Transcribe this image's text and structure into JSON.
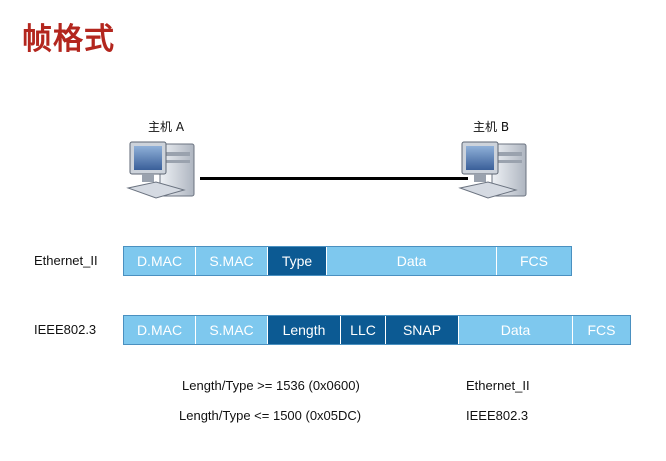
{
  "title": "帧格式",
  "hosts": {
    "a": {
      "label": "主机 A"
    },
    "b": {
      "label": "主机 B"
    }
  },
  "frames": {
    "ethernet_ii": {
      "label": "Ethernet_II",
      "fields": [
        {
          "label": "D.MAC",
          "tone": "light"
        },
        {
          "label": "S.MAC",
          "tone": "light"
        },
        {
          "label": "Type",
          "tone": "dark"
        },
        {
          "label": "Data",
          "tone": "light"
        },
        {
          "label": "FCS",
          "tone": "light"
        }
      ]
    },
    "ieee8023": {
      "label": "IEEE802.3",
      "fields": [
        {
          "label": "D.MAC",
          "tone": "light"
        },
        {
          "label": "S.MAC",
          "tone": "light"
        },
        {
          "label": "Length",
          "tone": "dark"
        },
        {
          "label": "LLC",
          "tone": "dark"
        },
        {
          "label": "SNAP",
          "tone": "dark"
        },
        {
          "label": "Data",
          "tone": "light"
        },
        {
          "label": "FCS",
          "tone": "light"
        }
      ]
    }
  },
  "rules": [
    {
      "condition": "Length/Type >= 1536 (0x0600)",
      "result": "Ethernet_II"
    },
    {
      "condition": "Length/Type <= 1500 (0x05DC)",
      "result": "IEEE802.3"
    }
  ],
  "colors": {
    "title": "#b3261e",
    "field_light": "#7ec8ee",
    "field_dark": "#0c5a93"
  }
}
